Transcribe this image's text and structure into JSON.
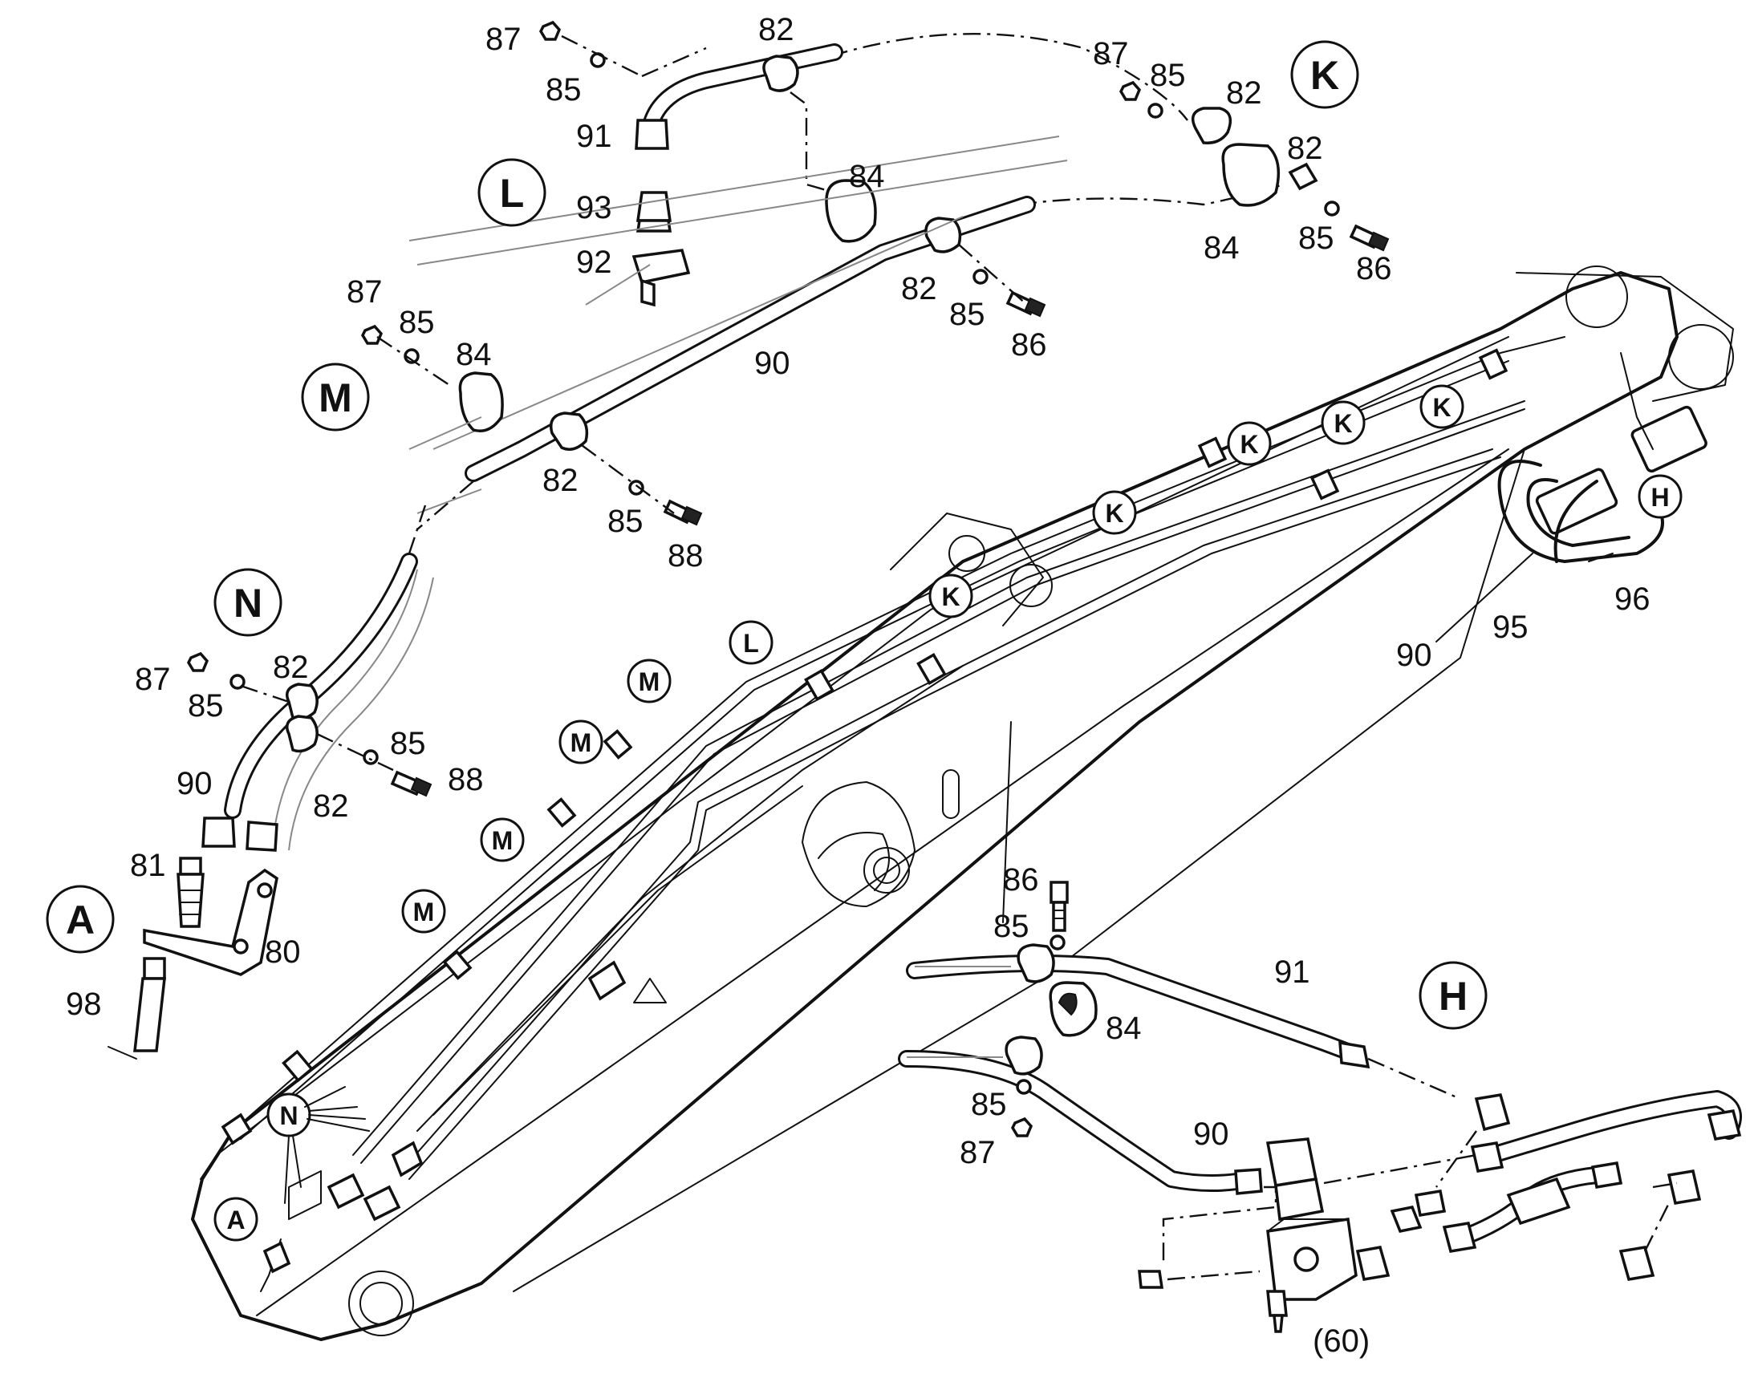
{
  "callouts": {
    "K": "K",
    "L": "L",
    "M": "M",
    "N": "N",
    "A": "A",
    "H": "H"
  },
  "part_numbers": {
    "p60": "(60)",
    "p80": "80",
    "p81": "81",
    "p82": "82",
    "p84": "84",
    "p85": "85",
    "p86": "86",
    "p87": "87",
    "p88": "88",
    "p90": "90",
    "p91": "91",
    "p92": "92",
    "p93": "93",
    "p95": "95",
    "p96": "96",
    "p98": "98"
  }
}
